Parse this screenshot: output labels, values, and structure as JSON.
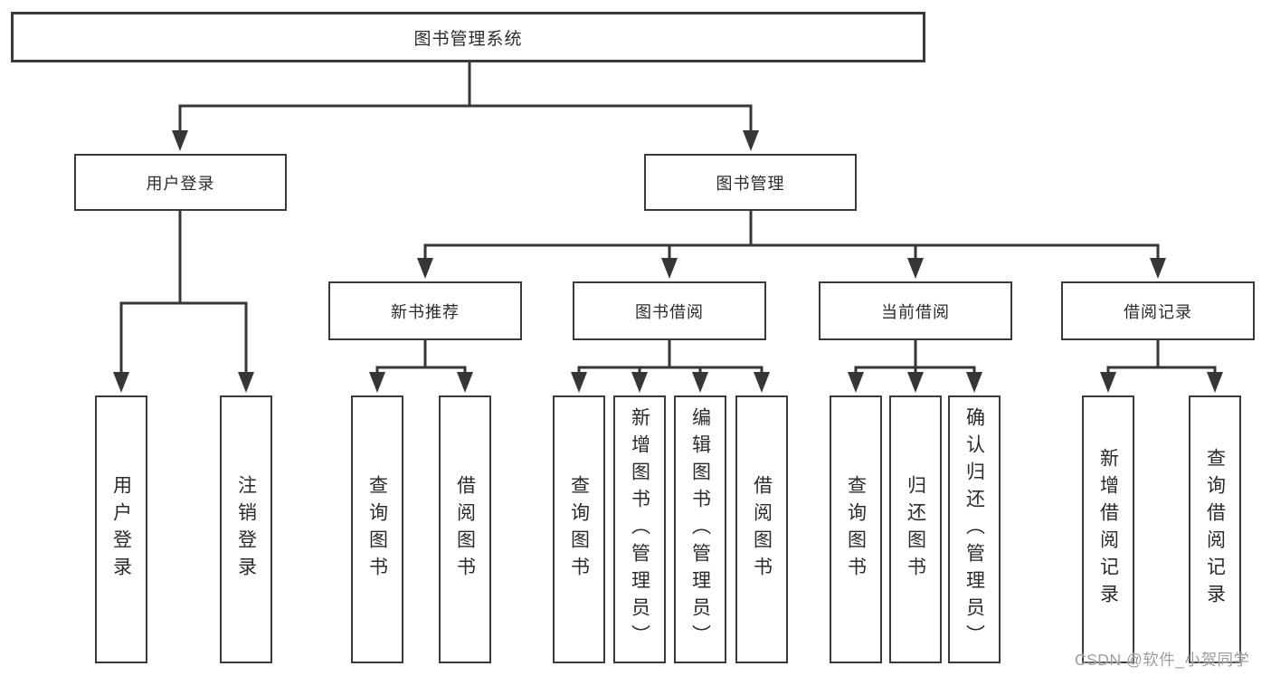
{
  "tree": {
    "root": {
      "label": "图书管理系统"
    },
    "login": {
      "label": "用户登录",
      "children": [
        {
          "label": "用户登录"
        },
        {
          "label": "注销登录"
        }
      ]
    },
    "management": {
      "label": "图书管理",
      "sections": [
        {
          "label": "新书推荐",
          "children": [
            {
              "label": "查询图书"
            },
            {
              "label": "借阅图书"
            }
          ]
        },
        {
          "label": "图书借阅",
          "children": [
            {
              "label": "查询图书"
            },
            {
              "label": "新增图书（管理员）"
            },
            {
              "label": "编辑图书（管理员）"
            },
            {
              "label": "借阅图书"
            }
          ]
        },
        {
          "label": "当前借阅",
          "children": [
            {
              "label": "查询图书"
            },
            {
              "label": "归还图书"
            },
            {
              "label": "确认归还（管理员）"
            }
          ]
        },
        {
          "label": "借阅记录",
          "children": [
            {
              "label": "新增借阅记录"
            },
            {
              "label": "查询借阅记录"
            }
          ]
        }
      ]
    }
  },
  "watermark": "CSDN @软件_小贺同学",
  "colors": {
    "line": "#363636",
    "box_border": "#3a3a3a",
    "text": "#2b2b2b",
    "watermark": "#9e9e9e",
    "background": "#ffffff"
  }
}
